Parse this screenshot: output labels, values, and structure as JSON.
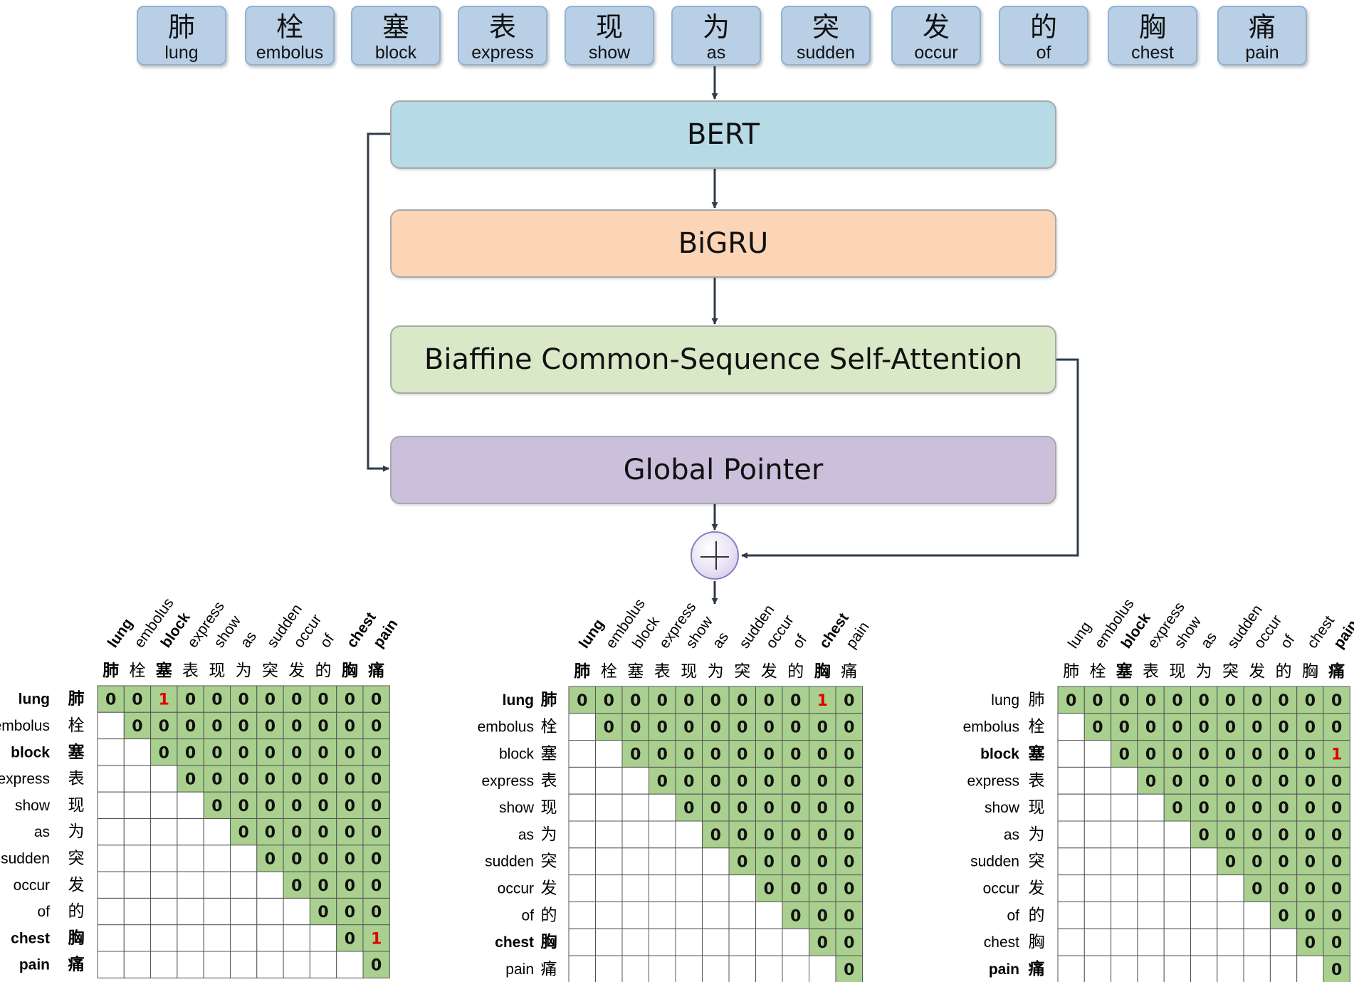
{
  "tokens": [
    {
      "zh": "肺",
      "en": "lung"
    },
    {
      "zh": "栓",
      "en": "embolus"
    },
    {
      "zh": "塞",
      "en": "block"
    },
    {
      "zh": "表",
      "en": "express"
    },
    {
      "zh": "现",
      "en": "show"
    },
    {
      "zh": "为",
      "en": "as"
    },
    {
      "zh": "突",
      "en": "sudden"
    },
    {
      "zh": "发",
      "en": "occur"
    },
    {
      "zh": "的",
      "en": "of"
    },
    {
      "zh": "胸",
      "en": "chest"
    },
    {
      "zh": "痛",
      "en": "pain"
    }
  ],
  "layers": {
    "bert": "BERT",
    "bigru": "BiGRU",
    "biaffine": "Biaffine Common-Sequence Self-Attention",
    "global_pointer": "Global Pointer"
  },
  "colors": {
    "token_fill": "#b8cfe6",
    "bert": "#b6dbe6",
    "bigru": "#fbd5b6",
    "biaffine": "#d9e8c7",
    "global_pointer": "#cbc0dc",
    "cell_fill": "#a9d08e",
    "highlight": "#e00000"
  },
  "cell_value": "0",
  "matrices": [
    {
      "span": [
        0,
        2
      ],
      "pair": [
        9,
        10
      ],
      "bold": [
        0,
        2,
        9,
        10
      ]
    },
    {
      "span": [
        0,
        9
      ],
      "bold": [
        0,
        9
      ]
    },
    {
      "span": [
        2,
        10
      ],
      "bold": [
        2,
        10
      ]
    }
  ]
}
